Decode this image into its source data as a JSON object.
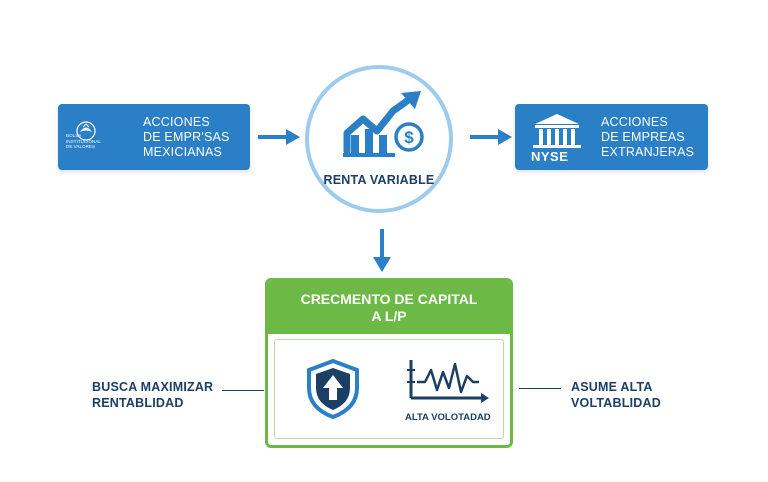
{
  "left_box": {
    "lines": [
      "ACCIONES",
      "DE EMPR'SAS",
      "MEXICIANAS"
    ],
    "icon": "mexican-seal-icon",
    "seal_text": [
      "BOLSA",
      "INSTITUCIONAL",
      "DE VALORES"
    ]
  },
  "center": {
    "label": "RENTA VARIABLE",
    "icon": "rising-chart-dollar-icon"
  },
  "right_box": {
    "lines": [
      "ACCIONES",
      "DE EMPREAS",
      "EXTRANJERAS"
    ],
    "logo_text": "NYSE",
    "icon": "stock-exchange-building-icon"
  },
  "result": {
    "title_lines": [
      "CRECMENTO DE CAPITAL",
      "A L/P"
    ],
    "shield_icon": "shield-up-arrow-icon",
    "volatility_icon": "volatility-wave-icon",
    "volatility_label": "ALTA VOLOTADAD"
  },
  "side_left": {
    "lines": [
      "BUSCA MAXIMIZAR",
      "RENTABLIDAD"
    ]
  },
  "side_right": {
    "lines": [
      "ASUME ALTA",
      "VOLTABLIDAD"
    ]
  },
  "colors": {
    "blue": "#2a7fc6",
    "light_blue": "#9ccbee",
    "green": "#6cba45",
    "navy": "#1c3f66"
  }
}
